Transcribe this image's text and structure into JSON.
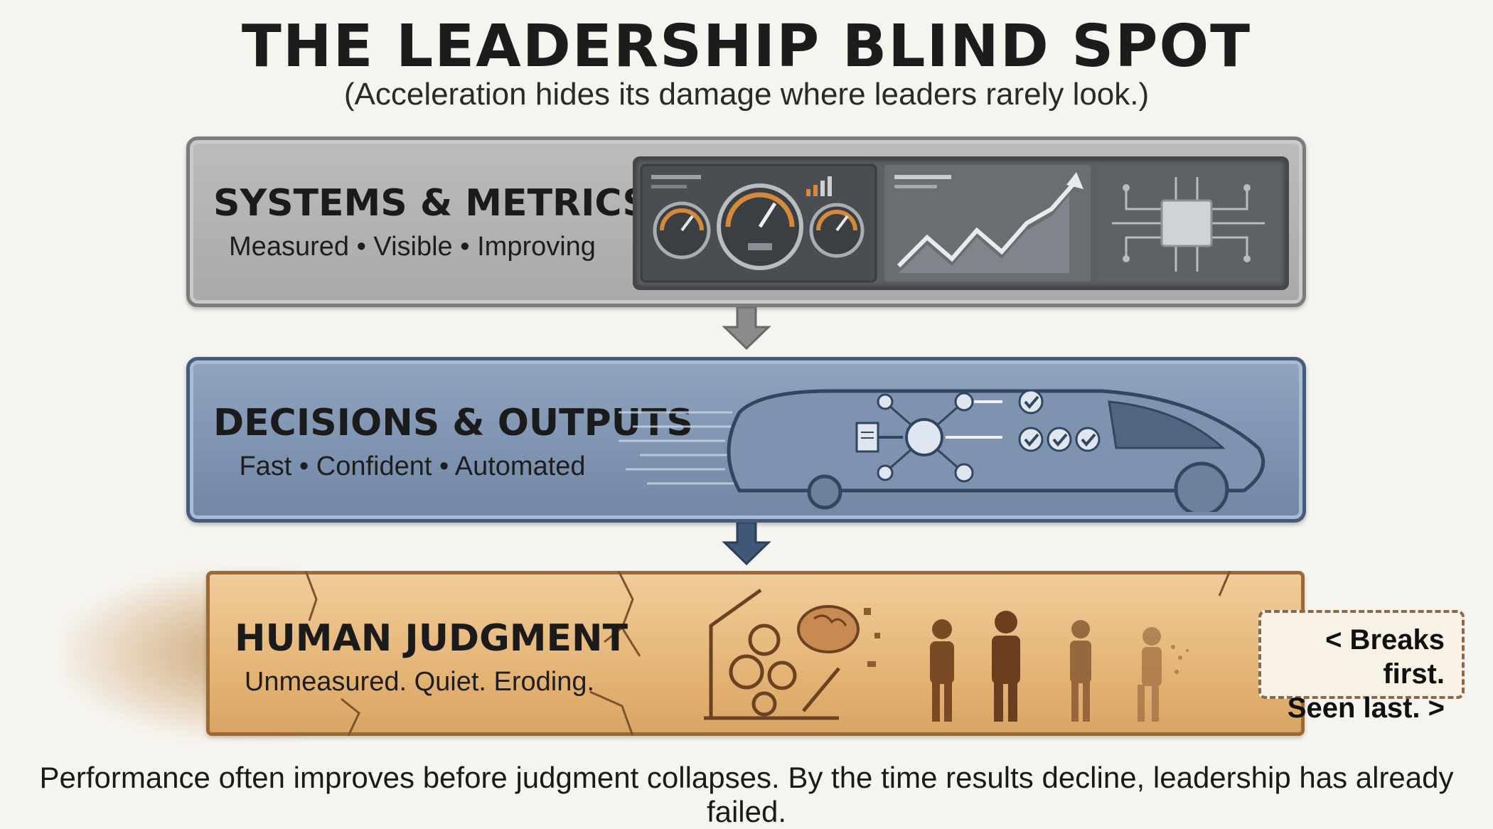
{
  "title": "THE LEADERSHIP BLIND SPOT",
  "subtitle": "(Acceleration hides its damage where leaders rarely look.)",
  "layers": [
    {
      "heading": "SYSTEMS & METRICS",
      "tagline": "Measured • Visible • Improving",
      "color": "#b3b3b3"
    },
    {
      "heading": "DECISIONS & OUTPUTS",
      "tagline": "Fast • Confident • Automated",
      "color": "#7f95b3"
    },
    {
      "heading": "HUMAN JUDGMENT",
      "tagline": "Unmeasured. Quiet. Eroding.",
      "color": "#e8bb7e"
    }
  ],
  "callout": {
    "line1": "< Breaks first.",
    "line2": "Seen last. >"
  },
  "footer": "Performance often improves before judgment collapses. By the time results decline, leadership has already failed.",
  "icons": [
    "gauge-icon",
    "speedometer-icon",
    "trend-chart-icon",
    "circuit-chip-icon",
    "high-speed-train-icon",
    "document-icon",
    "network-hub-icon",
    "checkmark-icon",
    "broken-gears-icon",
    "brain-icon",
    "confused-person-icon",
    "disintegrating-person-icon"
  ]
}
